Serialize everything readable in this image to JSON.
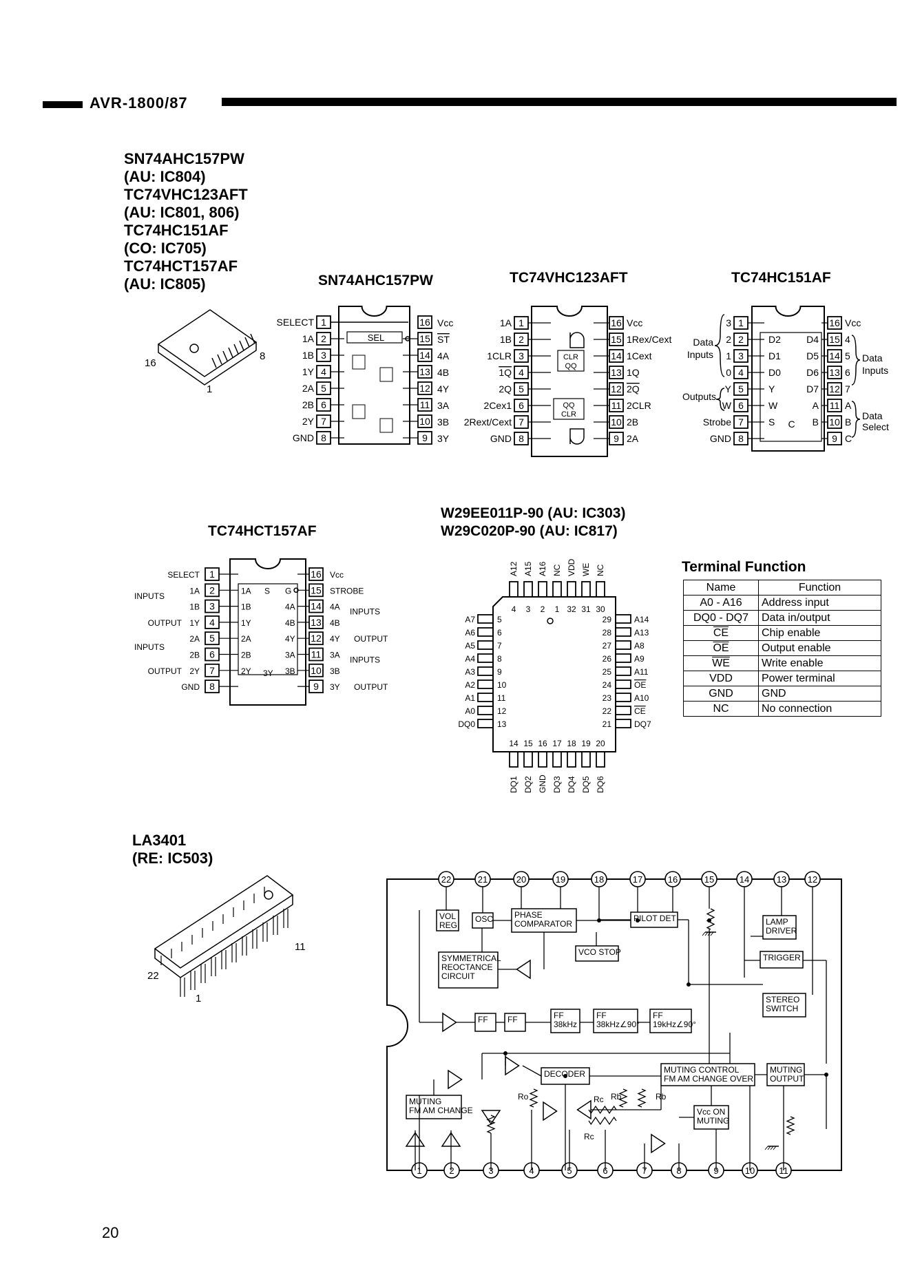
{
  "header": {
    "title": "AVR-1800/87"
  },
  "part_list": [
    "SN74AHC157PW",
    "(AU: IC804)",
    "TC74VHC123AFT",
    "(AU: IC801, 806)",
    "TC74HC151AF",
    "(CO: IC705)",
    "TC74HCT157AF",
    "(AU: IC805)"
  ],
  "so16_pkg": {
    "pin16": "16",
    "pin8": "8",
    "pin1": "1"
  },
  "sn157": {
    "title": "SN74AHC157PW",
    "left": [
      "SELECT",
      "1A",
      "1B",
      "1Y",
      "2A",
      "2B",
      "2Y",
      "GND"
    ],
    "left_nums": [
      "1",
      "2",
      "3",
      "4",
      "5",
      "6",
      "7",
      "8"
    ],
    "right": [
      "Vcc",
      "ST",
      "4A",
      "4B",
      "4Y",
      "3A",
      "3B",
      "3Y"
    ],
    "right_nums": [
      "16",
      "15",
      "14",
      "13",
      "12",
      "11",
      "10",
      "9"
    ],
    "sel": "SEL"
  },
  "vhc123": {
    "title": "TC74VHC123AFT",
    "left": [
      "1A",
      "1B",
      "1CLR",
      "1Q",
      "2Q",
      "2Cex1",
      "2Rext/Cext",
      "GND"
    ],
    "left_nums": [
      "1",
      "2",
      "3",
      "4",
      "5",
      "6",
      "7",
      "8"
    ],
    "right": [
      "Vcc",
      "1Rex/Cext",
      "1Cext",
      "1Q",
      "2Q",
      "2CLR",
      "2B",
      "2A"
    ],
    "right_nums": [
      "16",
      "15",
      "14",
      "13",
      "12",
      "11",
      "10",
      "9"
    ],
    "clr": "CLR",
    "qq": "QQ"
  },
  "hc151": {
    "title": "TC74HC151AF",
    "left_nums": [
      "3",
      "2",
      "1",
      "0",
      "Y",
      "W",
      "7",
      "8"
    ],
    "left_box": [
      "1",
      "2",
      "3",
      "4",
      "5",
      "6",
      "7",
      "8"
    ],
    "inner_left": [
      "D2",
      "D1",
      "D0",
      "Y",
      "W",
      "S"
    ],
    "inner_right": [
      "D4",
      "D5",
      "D6",
      "D7",
      "A",
      "B"
    ],
    "inner_c": "C",
    "right_box": [
      "16",
      "15",
      "14",
      "13",
      "12",
      "11",
      "10",
      "9"
    ],
    "right_labels": [
      "Vcc",
      "4",
      "5",
      "6",
      "7",
      "A",
      "B",
      "C"
    ],
    "data_inputs_left": [
      "Data",
      "Inputs"
    ],
    "outputs": "Outputs",
    "strobe": "Strobe",
    "gnd": "GND",
    "data_inputs_right": [
      "Data",
      "Inputs"
    ],
    "data_select": [
      "Data",
      "Select"
    ]
  },
  "hct157": {
    "title": "TC74HCT157AF",
    "left_labels": [
      "SELECT",
      "1A",
      "1B",
      "1Y",
      "2A",
      "2B",
      "2Y",
      "GND"
    ],
    "left_group": [
      "INPUTS",
      "OUTPUT",
      "INPUTS",
      "OUTPUT"
    ],
    "left_nums": [
      "1",
      "2",
      "3",
      "4",
      "5",
      "6",
      "7",
      "8"
    ],
    "inner_left": [
      "1A",
      "1B",
      "1Y",
      "2A",
      "2B",
      "2Y"
    ],
    "inner_mid": [
      "S",
      "G",
      "4A",
      "4B",
      "4Y",
      "3A",
      "3B",
      "3Y"
    ],
    "right_nums": [
      "16",
      "15",
      "14",
      "13",
      "12",
      "11",
      "10",
      "9"
    ],
    "right_labels": [
      "Vcc",
      "STROBE",
      "4A",
      "4B",
      "4Y",
      "3A",
      "3B",
      "3Y"
    ],
    "right_group": [
      "INPUTS",
      "OUTPUT",
      "INPUTS",
      "OUTPUT"
    ]
  },
  "w29": {
    "title1": "W29EE011P-90 (AU: IC303)",
    "title2": "W29C020P-90 (AU: IC817)",
    "top_labels": [
      "A12",
      "A15",
      "A16",
      "NC",
      "VDD",
      "WE",
      "NC"
    ],
    "top_nums": [
      "4",
      "3",
      "2",
      "1",
      "32",
      "31",
      "30"
    ],
    "left_labels": [
      "A7",
      "A6",
      "A5",
      "A4",
      "A3",
      "A2",
      "A1",
      "A0",
      "DQ0"
    ],
    "left_nums": [
      "5",
      "6",
      "7",
      "8",
      "9",
      "10",
      "11",
      "12",
      "13"
    ],
    "right_nums": [
      "29",
      "28",
      "27",
      "26",
      "25",
      "24",
      "23",
      "22",
      "21"
    ],
    "right_labels": [
      "A14",
      "A13",
      "A8",
      "A9",
      "A11",
      "OE",
      "A10",
      "CE",
      "DQ7"
    ],
    "bottom_nums": [
      "14",
      "15",
      "16",
      "17",
      "18",
      "19",
      "20"
    ],
    "bottom_labels": [
      "DQ1",
      "DQ2",
      "GND",
      "DQ3",
      "DQ4",
      "DQ5",
      "DQ6"
    ]
  },
  "terminal_function": {
    "title": "Terminal Function",
    "header": [
      "Name",
      "Function"
    ],
    "rows": [
      [
        "A0 - A16",
        "Address input"
      ],
      [
        "DQ0 - DQ7",
        "Data in/output"
      ],
      [
        "CE",
        "Chip enable"
      ],
      [
        "OE",
        "Output enable"
      ],
      [
        "WE",
        "Write enable"
      ],
      [
        "VDD",
        "Power terminal"
      ],
      [
        "GND",
        "GND"
      ],
      [
        "NC",
        "No connection"
      ]
    ]
  },
  "la3401": {
    "title": [
      "LA3401",
      "(RE: IC503)"
    ],
    "pkg": {
      "pin11": "11",
      "pin22": "22",
      "pin1": "1"
    },
    "top_pins": [
      "22",
      "21",
      "20",
      "19",
      "18",
      "17",
      "16",
      "15",
      "14",
      "13",
      "12"
    ],
    "bottom_pins": [
      "1",
      "2",
      "3",
      "4",
      "5",
      "6",
      "7",
      "8",
      "9",
      "10",
      "11"
    ],
    "blocks": {
      "vol_reg": [
        "VOL",
        "REG"
      ],
      "osc": "OSC",
      "phase": [
        "PHASE",
        "COMPARATOR"
      ],
      "pilot": "PILOT DET",
      "lamp": [
        "LAMP",
        "DRIVER"
      ],
      "vco": "VCO STOP",
      "symm": [
        "SYMMETRICAL",
        "REOCTANCE",
        "CIRCUIT"
      ],
      "trigger": "TRIGGER",
      "stereo": [
        "STEREO",
        "SWITCH"
      ],
      "ff": "FF",
      "ff38": [
        "FF",
        "38kHz"
      ],
      "ff38_90": [
        "FF",
        "38kHz∠90°"
      ],
      "ff19": [
        "FF",
        "19kHz∠90°"
      ],
      "decoder": "DECODER",
      "muting_ctrl": [
        "MUTING CONTROL",
        "FM AM CHANGE OVER"
      ],
      "muting_out": [
        "MUTING",
        "OUTPUT"
      ],
      "muting_fm": [
        "MUTING",
        "FM AM CHANGE"
      ],
      "vcc_on": [
        "Vcc ON",
        "MUTING"
      ]
    },
    "res": {
      "ro": "Ro",
      "rc": "Rc",
      "rb": "Rb"
    }
  },
  "page_number": "20"
}
